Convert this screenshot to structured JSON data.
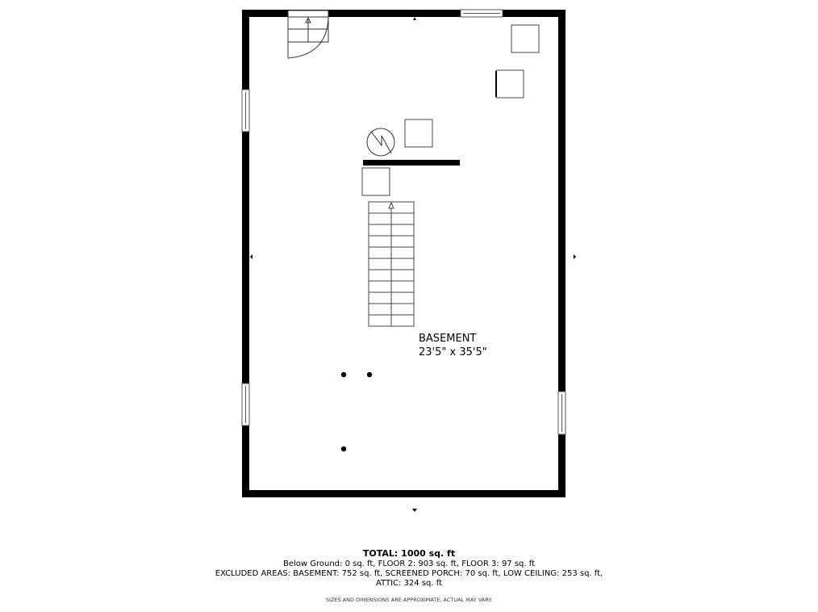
{
  "room": {
    "name": "BASEMENT",
    "dimensions": "23'5\" x 35'5\""
  },
  "summary": {
    "total": "TOTAL: 1000 sq. ft",
    "line1": "Below Ground: 0 sq. ft, FLOOR 2: 903 sq. ft, FLOOR 3: 97 sq. ft",
    "line2": "EXCLUDED AREAS: BASEMENT: 752 sq. ft, SCREENED PORCH: 70 sq. ft, LOW CEILING: 253 sq. ft,",
    "line3": "ATTIC: 324 sq. ft",
    "disclaimer": "SIZES AND DIMENSIONS ARE APPROXIMATE, ACTUAL MAY VARY."
  }
}
